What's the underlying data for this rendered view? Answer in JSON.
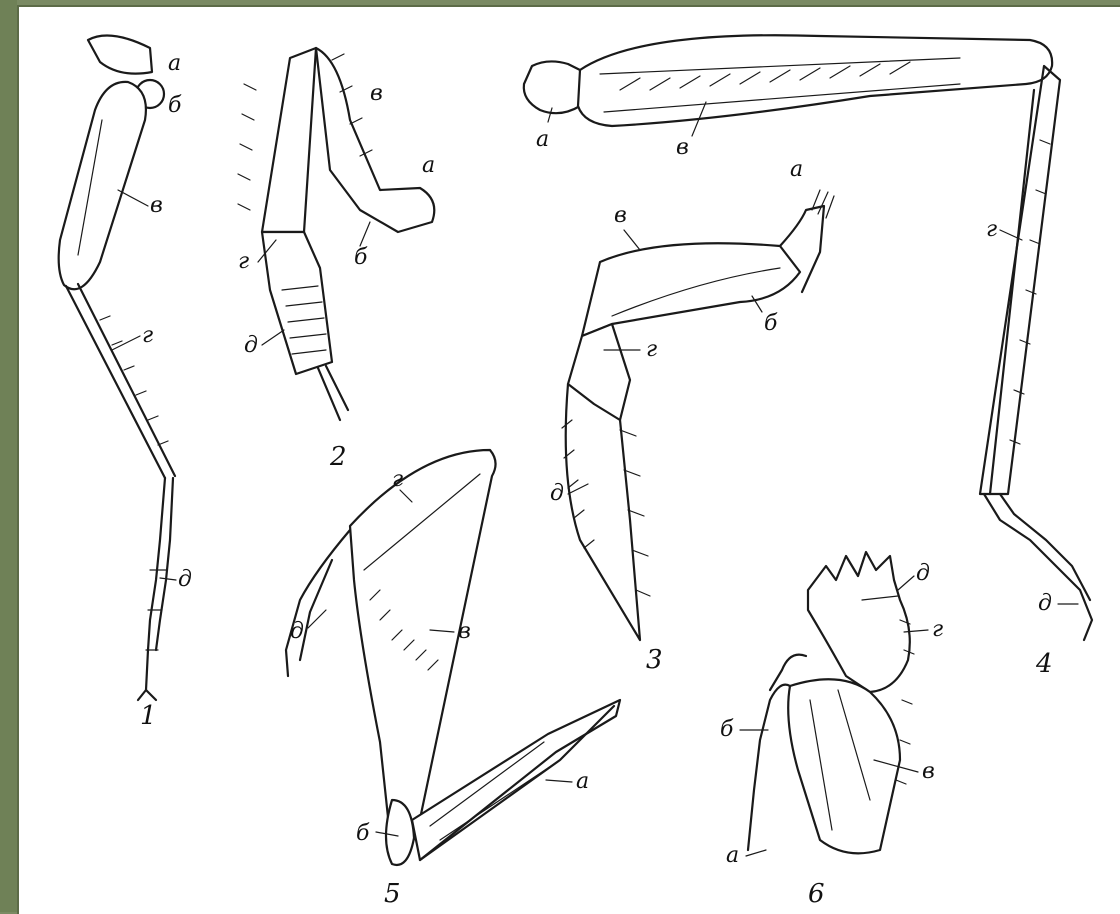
{
  "figures": [
    {
      "number": "1",
      "labels": [
        "а",
        "б",
        "в",
        "г",
        "д"
      ]
    },
    {
      "number": "2",
      "labels": [
        "в",
        "а",
        "г",
        "б",
        "д"
      ]
    },
    {
      "number": "3",
      "labels": [
        "а",
        "в",
        "б",
        "г",
        "д"
      ]
    },
    {
      "number": "4",
      "labels": [
        "а",
        "в",
        "г",
        "д"
      ]
    },
    {
      "number": "5",
      "labels": [
        "г",
        "в",
        "д",
        "а",
        "б"
      ]
    },
    {
      "number": "6",
      "labels": [
        "д",
        "г",
        "б",
        "в",
        "а"
      ]
    }
  ]
}
